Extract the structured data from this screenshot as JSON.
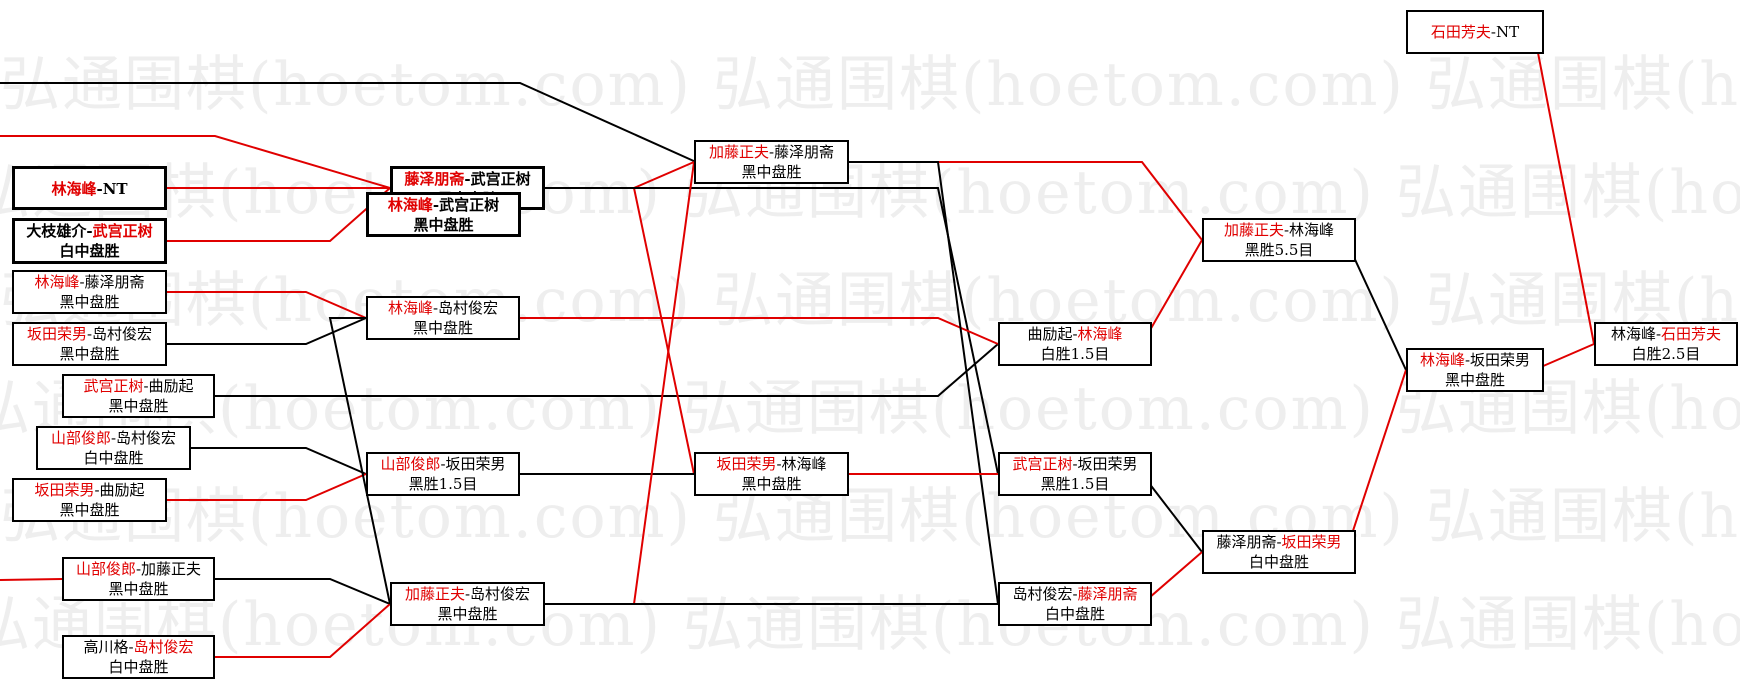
{
  "watermark": "弘通围棋(hoetom.com) 弘通围棋(hoetom.com) 弘通围棋(hoetom.com)",
  "colors": {
    "red": "#e00000",
    "black": "#000000"
  },
  "nodes": [
    {
      "id": "r0_linhaifeng_nt",
      "p1": "林海峰",
      "p2": "NT",
      "winner": 1,
      "result": "",
      "bold": true
    },
    {
      "id": "r0_oeda_takemiya",
      "p1": "大枝雄介",
      "p2": "武宫正树",
      "winner": 2,
      "result": "白中盘胜",
      "bold": true
    },
    {
      "id": "r0_lin_fujisawa",
      "p1": "林海峰",
      "p2": "藤泽朋斋",
      "winner": 1,
      "result": "黑中盘胜"
    },
    {
      "id": "r0_sakata_shimamura",
      "p1": "坂田荣男",
      "p2": "岛村俊宏",
      "winner": 1,
      "result": "黑中盘胜"
    },
    {
      "id": "r0_takemiya_qu",
      "p1": "武宫正树",
      "p2": "曲励起",
      "winner": 1,
      "result": "黑中盘胜"
    },
    {
      "id": "r0_yamabe_shimamura",
      "p1": "山部俊郎",
      "p2": "岛村俊宏",
      "winner": 1,
      "result": "白中盘胜"
    },
    {
      "id": "r0_sakata_qu",
      "p1": "坂田荣男",
      "p2": "曲励起",
      "winner": 1,
      "result": "黑中盘胜"
    },
    {
      "id": "r0_yamabe_kato",
      "p1": "山部俊郎",
      "p2": "加藤正夫",
      "winner": 1,
      "result": "黑中盘胜"
    },
    {
      "id": "r0_takagawa_shimamura",
      "p1": "高川格",
      "p2": "岛村俊宏",
      "winner": 2,
      "result": "白中盘胜"
    },
    {
      "id": "r1_fujisawa_takemiya",
      "p1": "藤泽朋斋",
      "p2": "武宫正树",
      "winner": 1,
      "result": "黑中盘胜",
      "bold": true
    },
    {
      "id": "r1_lin_takemiya",
      "p1": "林海峰",
      "p2": "武宫正树",
      "winner": 1,
      "result": "黑中盘胜",
      "bold": true
    },
    {
      "id": "r1_lin_shimamura",
      "p1": "林海峰",
      "p2": "岛村俊宏",
      "winner": 1,
      "result": "黑中盘胜"
    },
    {
      "id": "r1_yamabe_sakata",
      "p1": "山部俊郎",
      "p2": "坂田荣男",
      "winner": 1,
      "result": "黑胜1.5目"
    },
    {
      "id": "r1_kato_shimamura",
      "p1": "加藤正夫",
      "p2": "岛村俊宏",
      "winner": 1,
      "result": "黑中盘胜"
    },
    {
      "id": "r2_kato_fujisawa",
      "p1": "加藤正夫",
      "p2": "藤泽朋斋",
      "winner": 1,
      "result": "黑中盘胜"
    },
    {
      "id": "r2_sakata_lin",
      "p1": "坂田荣男",
      "p2": "林海峰",
      "winner": 1,
      "result": "黑中盘胜"
    },
    {
      "id": "r3_qu_lin",
      "p1": "曲励起",
      "p2": "林海峰",
      "winner": 2,
      "result": "白胜1.5目"
    },
    {
      "id": "r3_takemiya_sakata",
      "p1": "武宫正树",
      "p2": "坂田荣男",
      "winner": 1,
      "result": "黑胜1.5目"
    },
    {
      "id": "r3_shimamura_fujisawa",
      "p1": "岛村俊宏",
      "p2": "藤泽朋斋",
      "winner": 2,
      "result": "白中盘胜"
    },
    {
      "id": "r4_kato_lin",
      "p1": "加藤正夫",
      "p2": "林海峰",
      "winner": 1,
      "result": "黑胜5.5目"
    },
    {
      "id": "r4_fujisawa_sakata",
      "p1": "藤泽朋斋",
      "p2": "坂田荣男",
      "winner": 2,
      "result": "白中盘胜"
    },
    {
      "id": "r5_lin_sakata",
      "p1": "林海峰",
      "p2": "坂田荣男",
      "winner": 1,
      "result": "黑中盘胜"
    },
    {
      "id": "r6_ishida_nt",
      "p1": "石田芳夫",
      "p2": "NT",
      "winner": 1,
      "result": ""
    },
    {
      "id": "r6_lin_ishida",
      "p1": "林海峰",
      "p2": "石田芳夫",
      "winner": 2,
      "result": "白胜2.5目"
    }
  ],
  "links": [
    {
      "from": "r0_linhaifeng_nt",
      "to": "r1_fujisawa_takemiya",
      "color": "red"
    },
    {
      "from": "r0_oeda_takemiya",
      "to": "r1_fujisawa_takemiya",
      "color": "red"
    },
    {
      "from": "r0_lin_fujisawa",
      "to": "r1_lin_shimamura",
      "color": "red"
    },
    {
      "from": "r0_sakata_shimamura",
      "to": "r1_lin_shimamura",
      "color": "black"
    },
    {
      "from": "r0_takemiya_qu",
      "to": "r3_qu_lin",
      "color": "black"
    },
    {
      "from": "r0_yamabe_shimamura",
      "to": "r1_yamabe_sakata",
      "color": "black"
    },
    {
      "from": "r0_sakata_qu",
      "to": "r1_yamabe_sakata",
      "color": "red"
    },
    {
      "from": "r0_yamabe_kato",
      "to": "r1_kato_shimamura",
      "color": "black"
    },
    {
      "from": "r0_takagawa_shimamura",
      "to": "r1_kato_shimamura",
      "color": "red"
    },
    {
      "from": "r1_fujisawa_takemiya",
      "to": "r2_kato_fujisawa",
      "color": "red"
    },
    {
      "from": "r1_fujisawa_takemiya",
      "to": "r2_sakata_lin",
      "color": "red"
    },
    {
      "from": "r1_fujisawa_takemiya",
      "to": "r3_takemiya_sakata",
      "color": "black"
    },
    {
      "from": "r1_lin_shimamura",
      "to": "r3_qu_lin",
      "color": "red"
    },
    {
      "from": "r1_lin_shimamura",
      "to": "r1_kato_shimamura",
      "color": "black"
    },
    {
      "from": "r1_yamabe_sakata",
      "to": "r2_sakata_lin",
      "color": "black"
    },
    {
      "from": "r1_kato_shimamura",
      "to": "r2_kato_fujisawa",
      "color": "red"
    },
    {
      "from": "r1_kato_shimamura",
      "to": "r3_shimamura_fujisawa",
      "color": "black"
    },
    {
      "from": "r2_kato_fujisawa",
      "to": "r4_kato_lin",
      "color": "red"
    },
    {
      "from": "r2_kato_fujisawa",
      "to": "r3_shimamura_fujisawa",
      "color": "black"
    },
    {
      "from": "r2_sakata_lin",
      "to": "r3_takemiya_sakata",
      "color": "red"
    },
    {
      "from": "r3_qu_lin",
      "to": "r4_kato_lin",
      "color": "red"
    },
    {
      "from": "r3_takemiya_sakata",
      "to": "r4_fujisawa_sakata",
      "color": "black"
    },
    {
      "from": "r3_shimamura_fujisawa",
      "to": "r4_fujisawa_sakata",
      "color": "red"
    },
    {
      "from": "r4_kato_lin",
      "to": "r5_lin_sakata",
      "color": "black"
    },
    {
      "from": "r4_fujisawa_sakata",
      "to": "r5_lin_sakata",
      "color": "red"
    },
    {
      "from": "r5_lin_sakata",
      "to": "r6_lin_ishida",
      "color": "red"
    },
    {
      "from": "r6_ishida_nt",
      "to": "r6_lin_ishida",
      "color": "red"
    }
  ]
}
